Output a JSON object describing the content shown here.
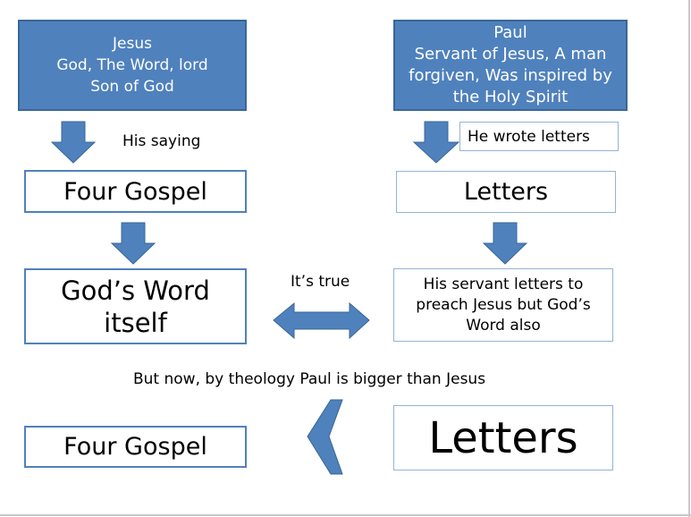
{
  "jesus_box": {
    "lines": [
      "Jesus",
      "God, The Word, lord",
      "Son of God"
    ]
  },
  "paul_box": {
    "lines": [
      "Paul",
      "Servant of Jesus, A man",
      "forgiven, Was inspired by",
      "the Holy Spirit"
    ]
  },
  "left_flow": {
    "arrow_label": "His saying",
    "box1": "Four Gospel",
    "box2_lines": [
      "God’s Word",
      "itself"
    ]
  },
  "right_flow": {
    "arrow_label": "He wrote letters",
    "box1": "Letters",
    "box2_lines": [
      "His servant letters to",
      "preach Jesus but God’s",
      "Word also"
    ]
  },
  "middle_label": "It’s true",
  "conclusion": "But now, by theology Paul is bigger than Jesus",
  "bottom": {
    "left": "Four Gospel",
    "right": "Letters"
  },
  "colors": {
    "shape_fill": "#4F81BD",
    "shape_border": "#3A6796",
    "light_border": "#95B3D7"
  }
}
